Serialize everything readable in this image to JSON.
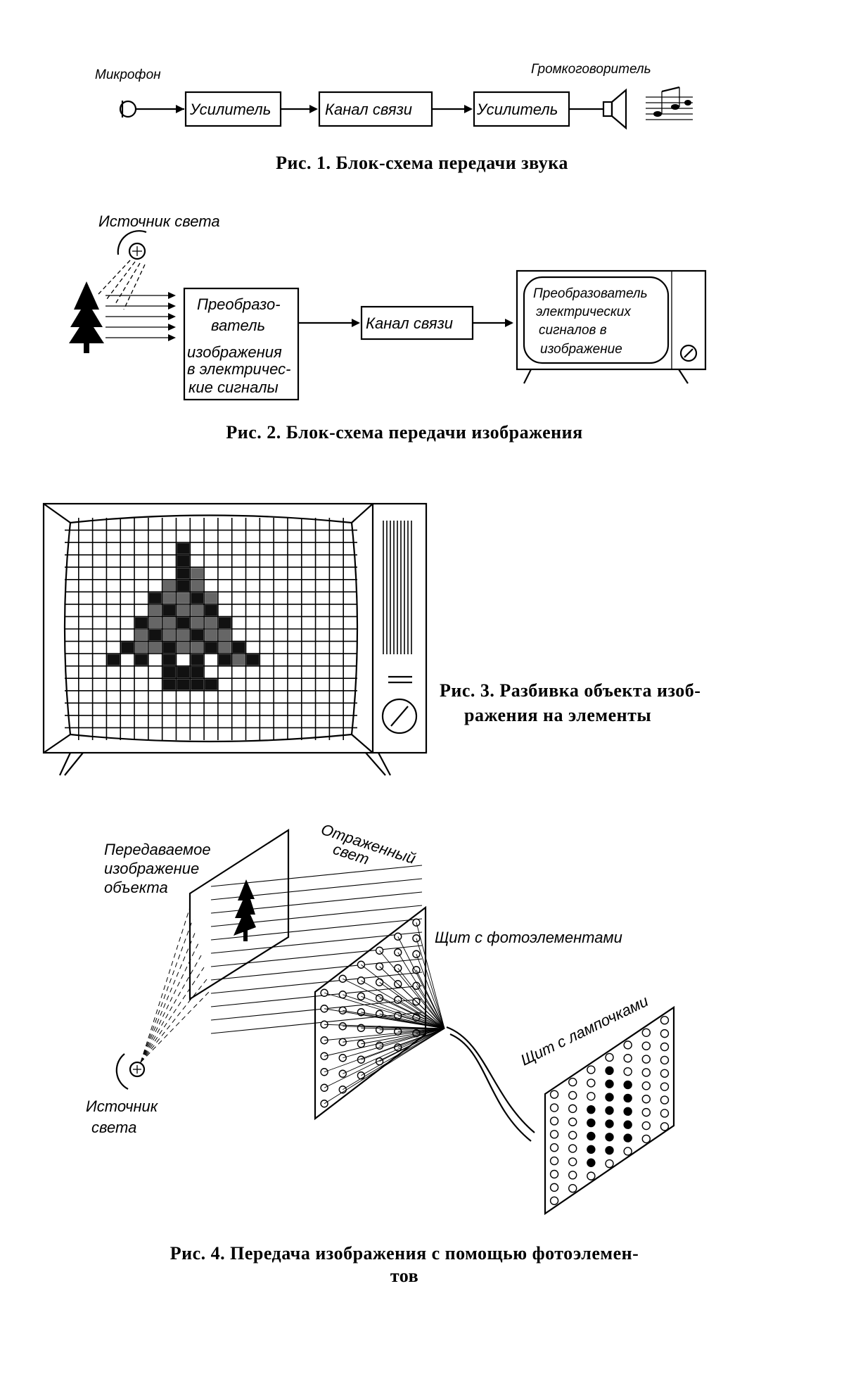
{
  "fig1": {
    "microphone": "Микрофон",
    "loudspeaker": "Громкоговоритель",
    "amplifier1": "Усилитель",
    "channel": "Канал связи",
    "amplifier2": "Усилитель",
    "caption": "Рис. 1. Блок-схема передачи звука"
  },
  "fig2": {
    "light_source": "Источник света",
    "converter_lines": [
      "Преобразо-",
      "ватель",
      "изображения",
      "в электричес-",
      "кие сигналы"
    ],
    "channel": "Канал связи",
    "tv_lines": [
      "Преобразователь",
      "электрических",
      "сигналов в",
      "изображение"
    ],
    "caption": "Рис. 2. Блок-схема передачи изображения"
  },
  "fig3": {
    "caption_line1": "Рис. 3. Разбивка объекта изоб-",
    "caption_line2": "ражения на элементы"
  },
  "fig4": {
    "transmitted_lines": [
      "Передаваемое",
      "изображение",
      "объекта"
    ],
    "reflected_lines": [
      "Отраженный",
      "свет"
    ],
    "photo_panel": "Щит с фотоэлементами",
    "lamp_panel": "Щит с лампочками",
    "source_lines": [
      "Источник",
      "света"
    ],
    "caption_line1": "Рис. 4. Передача изображения с помощью фотоэлемен-",
    "caption_line2": "тов"
  }
}
